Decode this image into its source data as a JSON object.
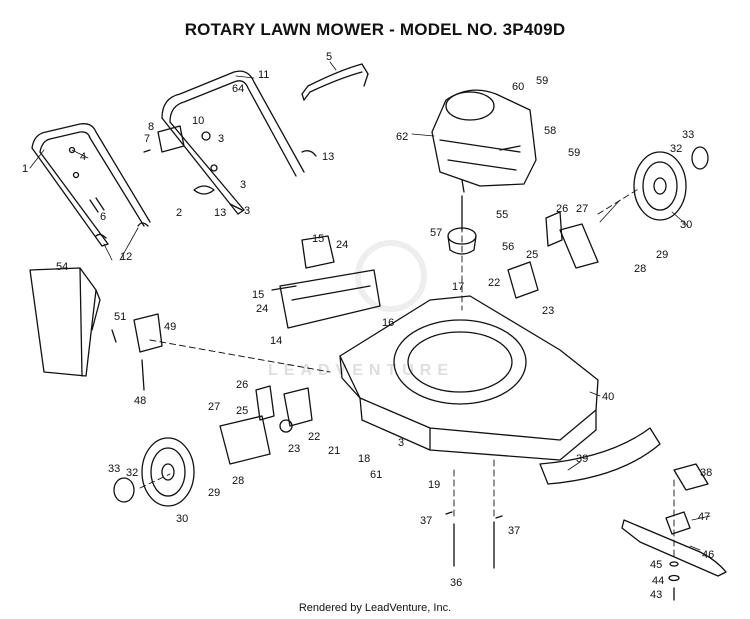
{
  "title": "ROTARY LAWN MOWER - MODEL NO.  3P409D",
  "footer": "Rendered by LeadVenture, Inc.",
  "watermark": "LEADVENTURE",
  "callouts": [
    {
      "id": "c1",
      "text": "1"
    },
    {
      "id": "c2",
      "text": "2"
    },
    {
      "id": "c3a",
      "text": "3"
    },
    {
      "id": "c3b",
      "text": "3"
    },
    {
      "id": "c3c",
      "text": "3"
    },
    {
      "id": "c3d",
      "text": "3"
    },
    {
      "id": "c4",
      "text": "4"
    },
    {
      "id": "c5",
      "text": "5"
    },
    {
      "id": "c6",
      "text": "6"
    },
    {
      "id": "c7",
      "text": "7"
    },
    {
      "id": "c8",
      "text": "8"
    },
    {
      "id": "c10",
      "text": "10"
    },
    {
      "id": "c11",
      "text": "11"
    },
    {
      "id": "c12",
      "text": "12"
    },
    {
      "id": "c13a",
      "text": "13"
    },
    {
      "id": "c13b",
      "text": "13"
    },
    {
      "id": "c14",
      "text": "14"
    },
    {
      "id": "c15a",
      "text": "15"
    },
    {
      "id": "c15b",
      "text": "15"
    },
    {
      "id": "c16",
      "text": "16"
    },
    {
      "id": "c17",
      "text": "17"
    },
    {
      "id": "c18",
      "text": "18"
    },
    {
      "id": "c19",
      "text": "19"
    },
    {
      "id": "c21",
      "text": "21"
    },
    {
      "id": "c22a",
      "text": "22"
    },
    {
      "id": "c22b",
      "text": "22"
    },
    {
      "id": "c23a",
      "text": "23"
    },
    {
      "id": "c23b",
      "text": "23"
    },
    {
      "id": "c24a",
      "text": "24"
    },
    {
      "id": "c24b",
      "text": "24"
    },
    {
      "id": "c25a",
      "text": "25"
    },
    {
      "id": "c25b",
      "text": "25"
    },
    {
      "id": "c26a",
      "text": "26"
    },
    {
      "id": "c26b",
      "text": "26"
    },
    {
      "id": "c27a",
      "text": "27"
    },
    {
      "id": "c27b",
      "text": "27"
    },
    {
      "id": "c28a",
      "text": "28"
    },
    {
      "id": "c28b",
      "text": "28"
    },
    {
      "id": "c29a",
      "text": "29"
    },
    {
      "id": "c29b",
      "text": "29"
    },
    {
      "id": "c30a",
      "text": "30"
    },
    {
      "id": "c30b",
      "text": "30"
    },
    {
      "id": "c32a",
      "text": "32"
    },
    {
      "id": "c32b",
      "text": "32"
    },
    {
      "id": "c33a",
      "text": "33"
    },
    {
      "id": "c33b",
      "text": "33"
    },
    {
      "id": "c36",
      "text": "36"
    },
    {
      "id": "c37a",
      "text": "37"
    },
    {
      "id": "c37b",
      "text": "37"
    },
    {
      "id": "c38",
      "text": "38"
    },
    {
      "id": "c39",
      "text": "39"
    },
    {
      "id": "c40",
      "text": "40"
    },
    {
      "id": "c43",
      "text": "43"
    },
    {
      "id": "c44",
      "text": "44"
    },
    {
      "id": "c45",
      "text": "45"
    },
    {
      "id": "c46",
      "text": "46"
    },
    {
      "id": "c47",
      "text": "47"
    },
    {
      "id": "c48",
      "text": "48"
    },
    {
      "id": "c49",
      "text": "49"
    },
    {
      "id": "c51",
      "text": "51"
    },
    {
      "id": "c54",
      "text": "54"
    },
    {
      "id": "c55",
      "text": "55"
    },
    {
      "id": "c56",
      "text": "56"
    },
    {
      "id": "c57",
      "text": "57"
    },
    {
      "id": "c58",
      "text": "58"
    },
    {
      "id": "c59a",
      "text": "59"
    },
    {
      "id": "c59b",
      "text": "59"
    },
    {
      "id": "c60",
      "text": "60"
    },
    {
      "id": "c61",
      "text": "61"
    },
    {
      "id": "c62",
      "text": "62"
    },
    {
      "id": "c64",
      "text": "64"
    }
  ]
}
